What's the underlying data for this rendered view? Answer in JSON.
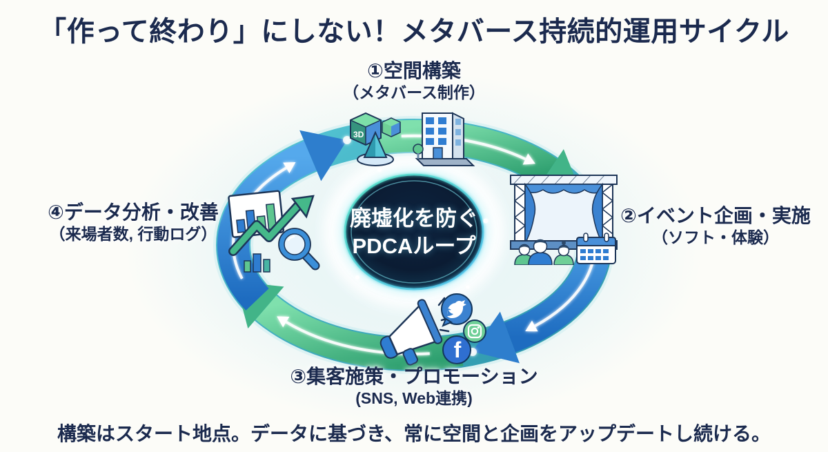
{
  "title": "「作って終わり」にしない！メタバース持続的運用サイクル",
  "center": {
    "line1": "廃墟化を防ぐ",
    "line2": "PDCAループ"
  },
  "steps": [
    {
      "label": "①空間構築",
      "sub": "（メタバース制作）"
    },
    {
      "label": "②イベント企画・実施",
      "sub": "（ソフト・体験）"
    },
    {
      "label": "③集客施策・プロモーション",
      "sub": "(SNS, Web連携)"
    },
    {
      "label": "④データ分析・改善",
      "sub": "（来場者数, 行動ログ）"
    }
  ],
  "footer": "構築はスタート地点。データに基づき、常に空間と企画をアップデートし続ける。",
  "icons": {
    "cube_label": "3D",
    "facebook_glyph": "f"
  },
  "colors": {
    "text_navy": "#1b2a4e",
    "arrow_blue": "#2b7dd2",
    "arrow_green": "#42b488",
    "ring_teal": "#2f9fae",
    "center_navy": "#0c1e38",
    "glow_cyan": "#55dcec",
    "icon_blue": "#2f7dd1",
    "icon_green": "#5fc690"
  }
}
